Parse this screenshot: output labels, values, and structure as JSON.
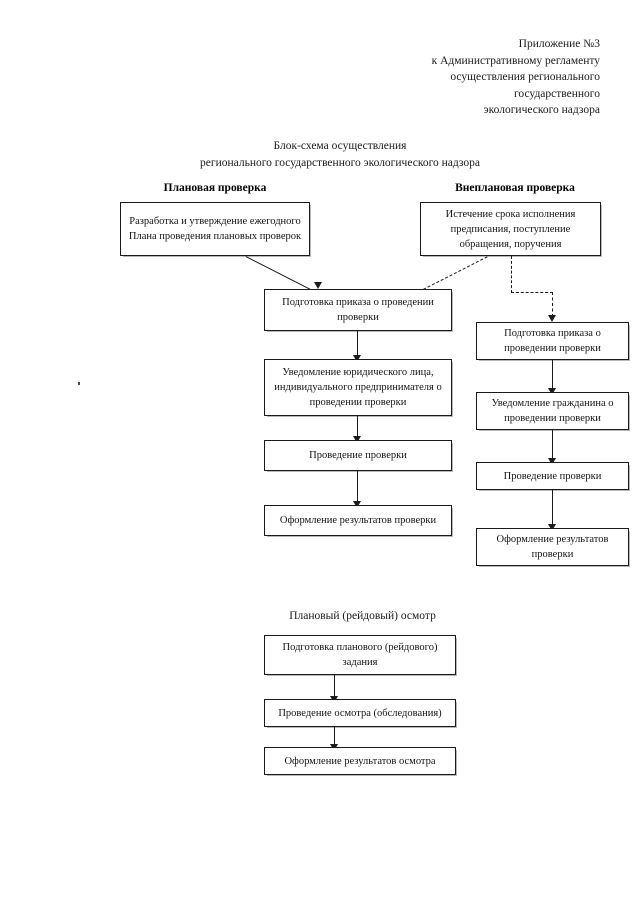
{
  "header": {
    "lines": [
      "Приложение №3",
      "к Административному регламенту",
      "осуществления регионального",
      "государственного",
      "экологического надзора"
    ]
  },
  "title": {
    "line1": "Блок-схема осуществления",
    "line2": "регионального государственного экологического надзора"
  },
  "columns": {
    "planned_label": "Плановая проверка",
    "unplanned_label": "Внеплановая проверка"
  },
  "boxes": {
    "planned_start": "Разработка и утверждение ежегодного Плана проведения плановых проверок",
    "unplanned_start": "Истечение срока исполнения предписания, поступление обращения, поручения",
    "center_order": "Подготовка приказа о проведении проверки",
    "center_notify": "Уведомление юридического лица, индивидуального предпринимателя о проведении проверки",
    "center_conduct": "Проведение проверки",
    "center_results": "Оформление результатов проверки",
    "right_order": "Подготовка приказа о проведении проверки",
    "right_notify": "Уведомление гражданина о проведении проверки",
    "right_conduct": "Проведение проверки",
    "right_results": "Оформление результатов проверки"
  },
  "raid_section": {
    "title": "Плановый (рейдовый) осмотр",
    "prepare": "Подготовка планового (рейдового) задания",
    "conduct": "Проведение осмотра (обследования)",
    "results": "Оформление результатов осмотра"
  },
  "colors": {
    "ink": "#1b1b1b",
    "shadow": "#b9b9b9",
    "paper": "#ffffff"
  }
}
